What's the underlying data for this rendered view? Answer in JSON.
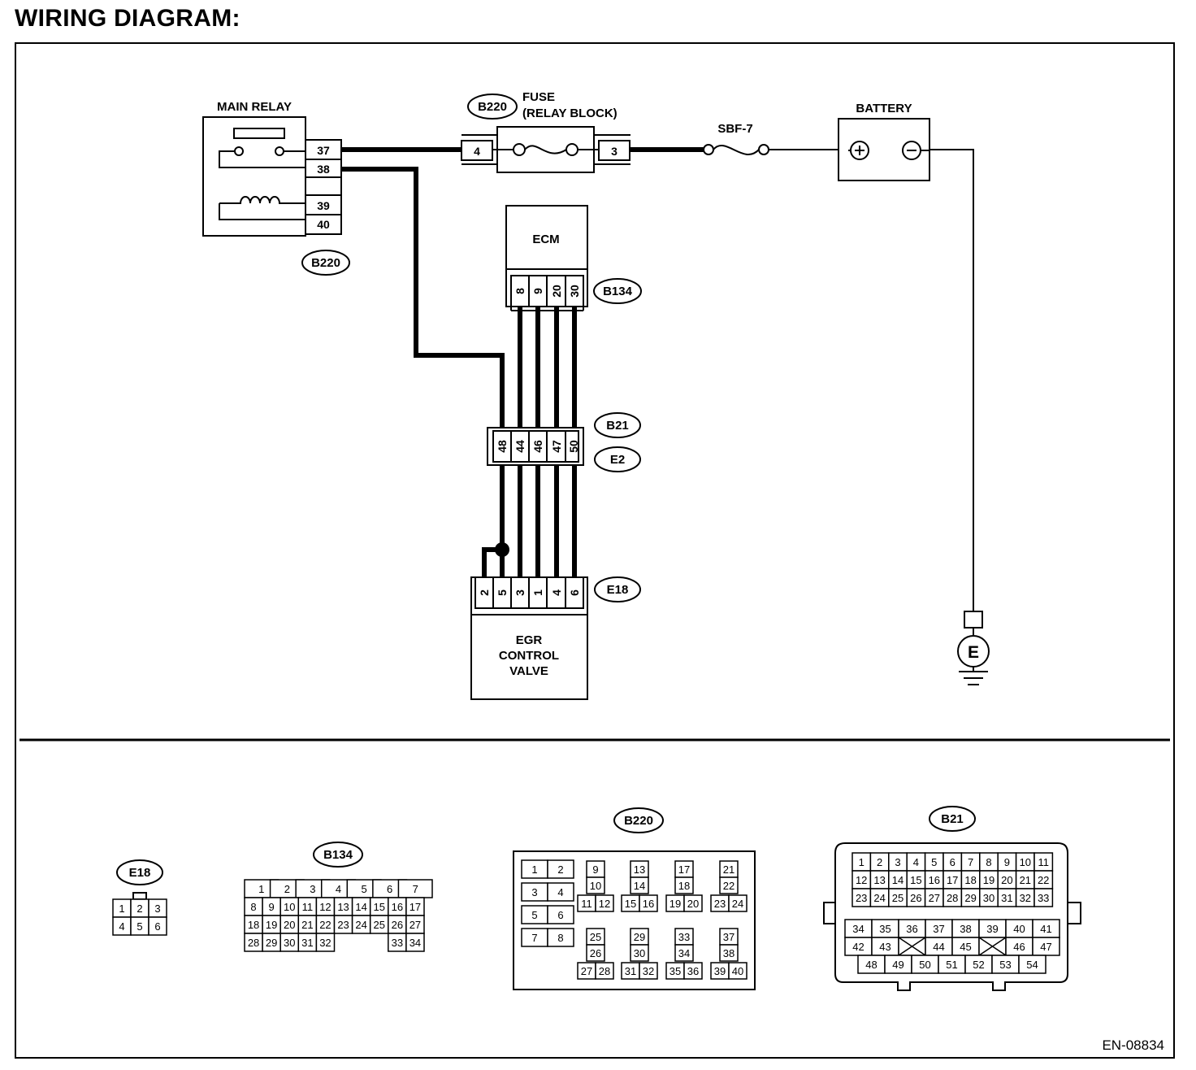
{
  "title": "WIRING DIAGRAM:",
  "doc_id": "EN-08834",
  "components": {
    "main_relay": {
      "label": "MAIN RELAY",
      "pins": [
        "37",
        "38",
        "",
        "39",
        "40"
      ],
      "connector": "B220"
    },
    "fuse": {
      "connector": "B220",
      "label_line1": "FUSE",
      "label_line2": "(RELAY BLOCK)",
      "pin_left": "4",
      "pin_right": "3"
    },
    "sbf": {
      "label": "SBF-7"
    },
    "battery": {
      "label": "BATTERY"
    },
    "ecm": {
      "label": "ECM",
      "pins": [
        "8",
        "9",
        "20",
        "30"
      ],
      "connector": "B134"
    },
    "joint": {
      "pins": [
        "48",
        "44",
        "46",
        "47",
        "50"
      ],
      "connector_top": "B21",
      "connector_bottom": "E2"
    },
    "egr_valve": {
      "label_lines": [
        "EGR",
        "CONTROL",
        "VALVE"
      ],
      "pins": [
        "2",
        "5",
        "3",
        "1",
        "4",
        "6"
      ],
      "connector": "E18"
    },
    "ground": {
      "label": "E"
    }
  },
  "connectors": {
    "e18": {
      "name": "E18",
      "rows": [
        [
          "1",
          "2",
          "3"
        ],
        [
          "4",
          "5",
          "6"
        ]
      ]
    },
    "b134": {
      "name": "B134",
      "top_row": [
        "1",
        "2",
        "3",
        "4",
        "5",
        "6",
        "7"
      ],
      "rows": [
        [
          "8",
          "9",
          "10",
          "11",
          "12",
          "13",
          "14",
          "15",
          "16",
          "17"
        ],
        [
          "18",
          "19",
          "20",
          "21",
          "22",
          "23",
          "24",
          "25",
          "26",
          "27"
        ],
        [
          "28",
          "29",
          "30",
          "31",
          "32",
          "",
          "",
          "",
          "33",
          "34"
        ]
      ]
    },
    "b220": {
      "name": "B220",
      "left_block": [
        "1",
        "2",
        "3",
        "4",
        "5",
        "6",
        "7",
        "8"
      ],
      "groups_top": [
        [
          "9",
          "10",
          "11",
          "12"
        ],
        [
          "13",
          "14",
          "15",
          "16"
        ],
        [
          "17",
          "18",
          "19",
          "20"
        ],
        [
          "21",
          "22",
          "23",
          "24"
        ]
      ],
      "groups_bottom": [
        [
          "25",
          "26",
          "27",
          "28"
        ],
        [
          "29",
          "30",
          "31",
          "32"
        ],
        [
          "33",
          "34",
          "35",
          "36"
        ],
        [
          "37",
          "38",
          "39",
          "40"
        ]
      ]
    },
    "b21": {
      "name": "B21",
      "rows_top": [
        [
          "1",
          "2",
          "3",
          "4",
          "5",
          "6",
          "7",
          "8",
          "9",
          "10",
          "11"
        ],
        [
          "12",
          "13",
          "14",
          "15",
          "16",
          "17",
          "18",
          "19",
          "20",
          "21",
          "22"
        ],
        [
          "23",
          "24",
          "25",
          "26",
          "27",
          "28",
          "29",
          "30",
          "31",
          "32",
          "33"
        ]
      ],
      "row4": [
        "34",
        "35",
        "36",
        "37",
        "38",
        "39",
        "40",
        "41"
      ],
      "row5": [
        "42",
        "43",
        "",
        "44",
        "45",
        "",
        "46",
        "47"
      ],
      "row6": [
        "48",
        "49",
        "50",
        "51",
        "52",
        "53",
        "54"
      ]
    }
  }
}
